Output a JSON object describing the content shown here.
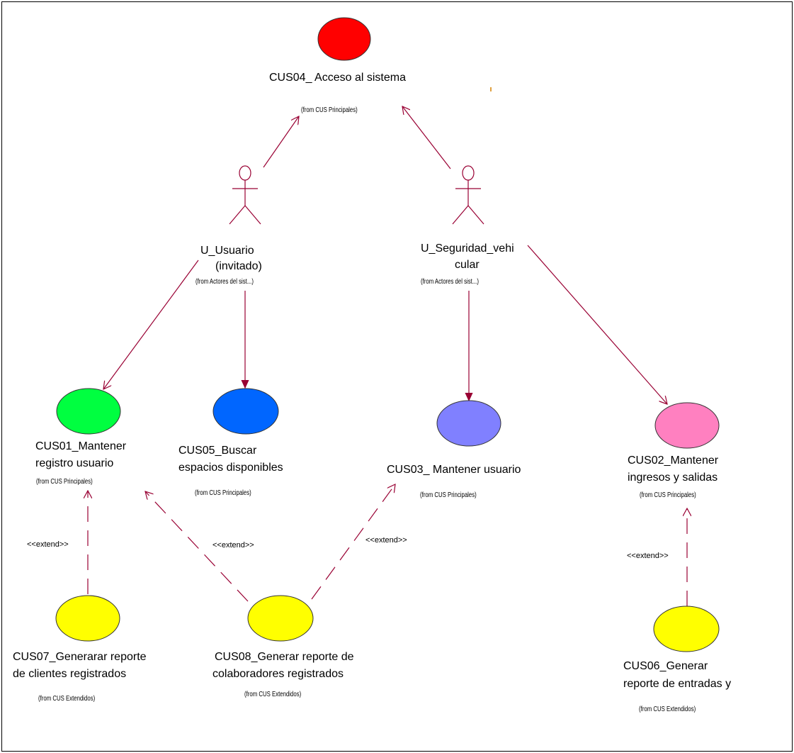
{
  "diagram": {
    "use_cases": {
      "cus04": {
        "name": "CUS04_ Acceso al sistema",
        "from": "(from CUS Principales)",
        "color": "#ff0000"
      },
      "cus01": {
        "name_line1": "CUS01_Mantener",
        "name_line2": "registro usuario",
        "from": "(from CUS Principales)",
        "color": "#00ff40"
      },
      "cus05": {
        "name_line1": "CUS05_Buscar",
        "name_line2": "espacios disponibles",
        "from": "(from CUS Principales)",
        "color": "#0066ff"
      },
      "cus03": {
        "name": "CUS03_ Mantener usuario",
        "from": "(from CUS Principales)",
        "color": "#8080ff"
      },
      "cus02": {
        "name_line1": "CUS02_Mantener",
        "name_line2": "ingresos  y salidas",
        "from": "(from CUS Principales)",
        "color": "#ff80c0"
      },
      "cus07": {
        "name_line1": "CUS07_Generarar reporte",
        "name_line2": "de clientes registrados",
        "from": "(from CUS Extendidos)",
        "color": "#ffff00"
      },
      "cus08": {
        "name_line1": "CUS08_Generar reporte de",
        "name_line2": "colaboradores registrados",
        "from": "(from CUS Extendidos)",
        "color": "#ffff00"
      },
      "cus06": {
        "name_line1": "CUS06_Generar",
        "name_line2": "reporte de entradas y",
        "from": "(from CUS Extendidos)",
        "color": "#ffff00"
      }
    },
    "actors": {
      "usuario": {
        "name_line1": "U_Usuario",
        "name_line2": "(invitado)",
        "from": "(from Actores del sist...)"
      },
      "seguridad": {
        "name_line1": "U_Seguridad_vehi",
        "name_line2": "cular",
        "from": "(from Actores del sist...)"
      }
    },
    "stereotypes": {
      "extend_1": "<<extend>>",
      "extend_2": "<<extend>>",
      "extend_3": "<<extend>>",
      "extend_4": "<<extend>>"
    },
    "line_color": "#990033",
    "actor_color": "#990033"
  }
}
